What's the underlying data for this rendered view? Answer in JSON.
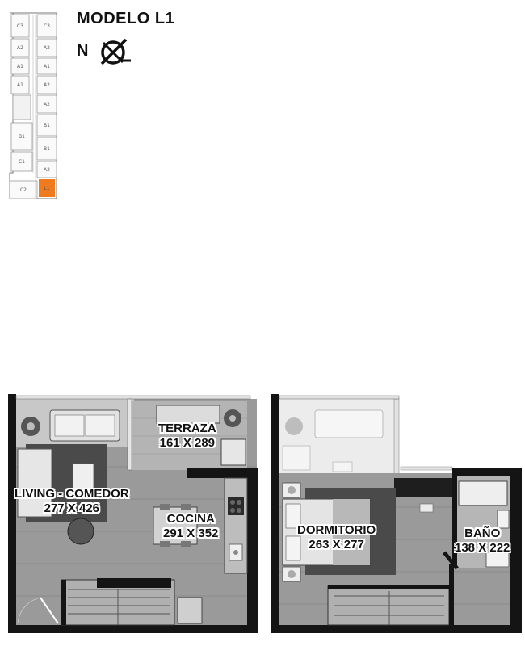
{
  "header": {
    "model_title": "MODELO L1",
    "north_label": "N",
    "compass_icon": "north-compass-icon"
  },
  "key_plan": {
    "units_left": [
      "C3",
      "A2",
      "A1",
      "A1",
      "B1",
      "C1",
      "C2"
    ],
    "units_right": [
      "C3",
      "A2",
      "A1",
      "A2",
      "A2",
      "B1",
      "B1",
      "A2",
      "L1"
    ],
    "highlight_unit": "L1",
    "highlight_color": "#f07a1e"
  },
  "floor_plan_lower": {
    "rooms": [
      {
        "name": "TERRAZA",
        "size": "161 X 289"
      },
      {
        "name": "LIVING - COMEDOR",
        "size": "277 X 426"
      },
      {
        "name": "COCINA",
        "size": "291 X 352"
      }
    ]
  },
  "floor_plan_upper": {
    "rooms": [
      {
        "name": "DORMITORIO",
        "size": "263 X 277"
      },
      {
        "name": "BAÑO",
        "size": "138 X 222"
      }
    ]
  },
  "colors": {
    "wall": "#141414",
    "floor": "#9a9a9a",
    "rug": "#4a4a4a",
    "highlight": "#f07a1e"
  }
}
